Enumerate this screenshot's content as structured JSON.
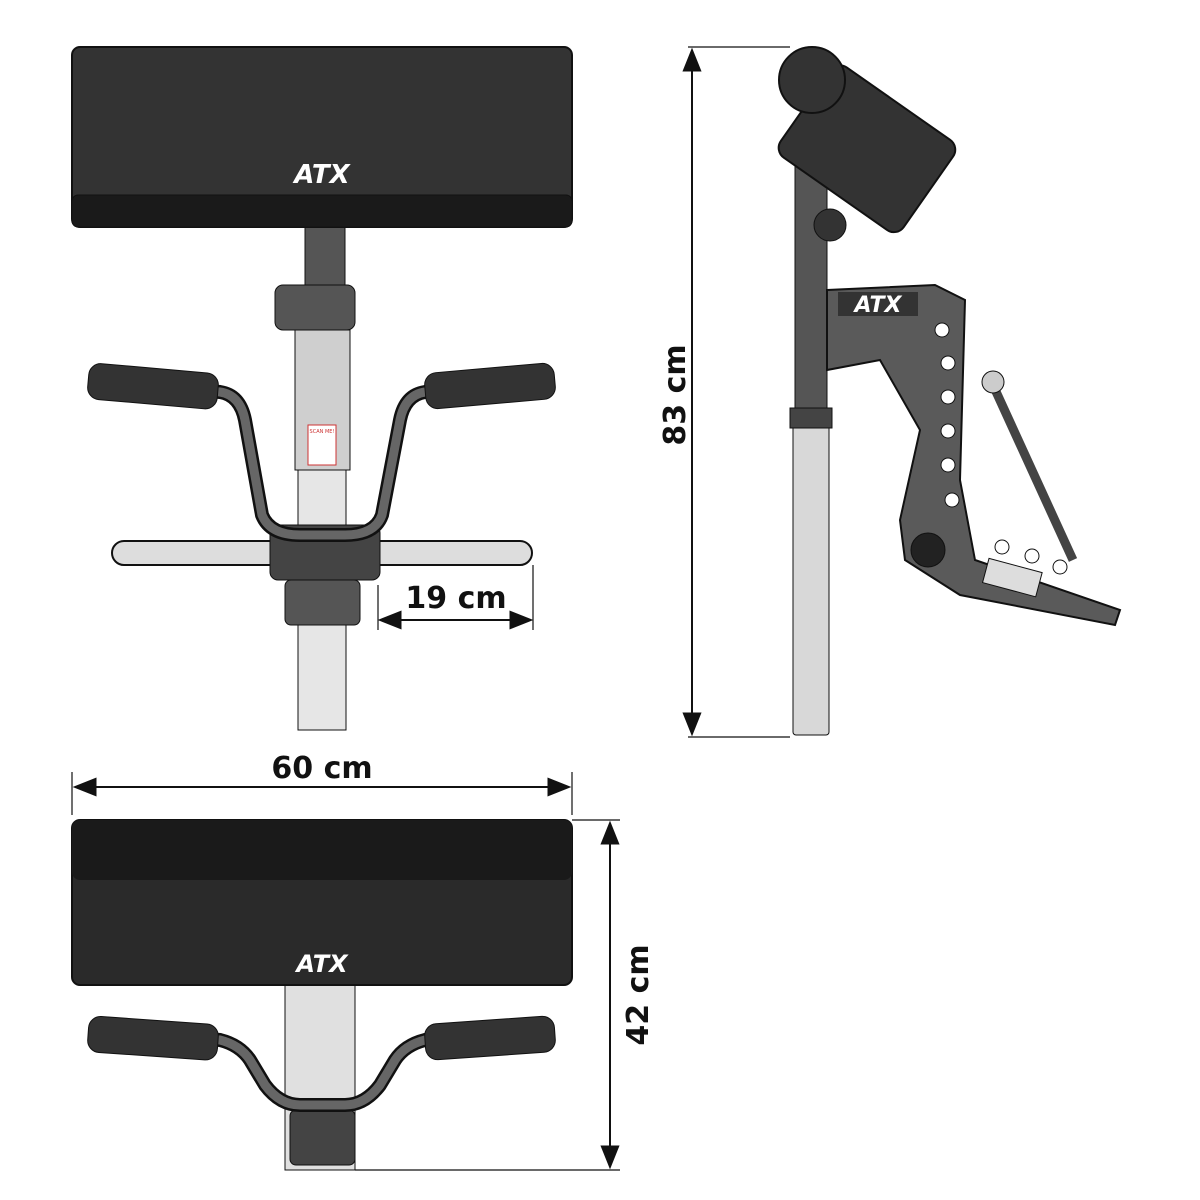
{
  "brand": {
    "logo_text": "ATX"
  },
  "label": {
    "scan_text": "SCAN ME!"
  },
  "dimensions": {
    "handle_width": "19 cm",
    "total_width": "60 cm",
    "total_height": "83 cm",
    "total_depth": "42 cm"
  },
  "colors": {
    "pad": "#2a2a2a",
    "frame": "#5a5a5a",
    "chrome": "#cfcfcf",
    "line": "#111111"
  }
}
